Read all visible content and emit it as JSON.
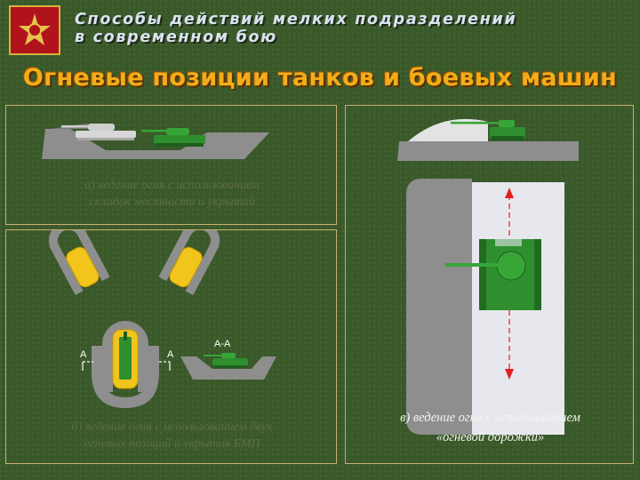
{
  "header": {
    "line1": "Способы действий мелких подразделений",
    "line2": "в современном бою"
  },
  "subtitle": "Огневые позиции танков и боевых машин",
  "panels": {
    "a": {
      "caption": "а) ведение огня с использованием\nскладок местности и укрытий"
    },
    "b": {
      "caption": "б) ведение огня с использованием двух\nогневых позиций и укрытия БМП",
      "label_section": "А-А",
      "label_a_left": "А",
      "label_a_right": "А"
    },
    "v": {
      "caption": "в) ведение огня с использованием\n«огневой дорожки»"
    }
  },
  "colors": {
    "background": "#3b5a2a",
    "title": "#d9e2ee",
    "subtitle": "#f1ad1a",
    "panel_border": "#c7b071",
    "terrain": "#8e8e8e",
    "tank": "#2f8f2f",
    "trench_fill": "#f2c51c",
    "arrow": "#e02020"
  }
}
